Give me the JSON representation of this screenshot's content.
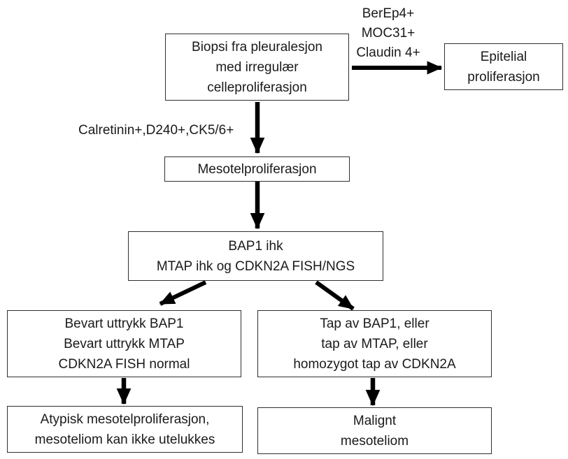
{
  "diagram": {
    "boxes": [
      {
        "id": "biopsi",
        "lines": [
          "Biopsi fra pleuralesjon",
          "med irregulær",
          "celleproliferasjon"
        ]
      },
      {
        "id": "epitelial",
        "lines": [
          "Epitelial",
          "proliferasjon"
        ]
      },
      {
        "id": "mesotel",
        "lines": [
          "Mesotelproliferasjon"
        ]
      },
      {
        "id": "bap1",
        "lines": [
          "BAP1 ihk",
          "MTAP ihk og CDKN2A FISH/NGS"
        ]
      },
      {
        "id": "bevart",
        "lines": [
          "Bevart uttrykk BAP1",
          "Bevart uttrykk MTAP",
          "CDKN2A FISH normal"
        ]
      },
      {
        "id": "tap",
        "lines": [
          "Tap av BAP1, eller",
          "tap av MTAP, eller",
          "homozygot tap av CDKN2A"
        ]
      },
      {
        "id": "atypisk",
        "lines": [
          "Atypisk mesotelproliferasjon,",
          "mesoteliom kan ikke utelukkes"
        ]
      },
      {
        "id": "malignt",
        "lines": [
          "Malignt",
          "mesoteliom"
        ]
      }
    ],
    "arrow_labels": {
      "epitelial_markers": [
        "BerEp4+",
        "MOC31+",
        "Claudin 4+"
      ],
      "mesotel_markers": "Calretinin+,D240+,CK5/6+"
    },
    "colors": {
      "background": "#ffffff",
      "box_fill": "#ffffff",
      "box_border": "#2f2f2f",
      "text": "#1a1a1a",
      "arrow": "#000000"
    }
  }
}
